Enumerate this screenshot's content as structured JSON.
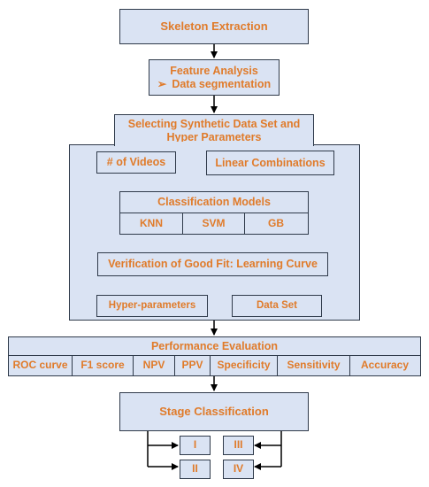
{
  "skeleton_extraction": "Skeleton Extraction",
  "feature_analysis": {
    "title": "Feature Analysis",
    "bullet": "➢",
    "item": "Data segmentation"
  },
  "selecting": {
    "title_line1": "Selecting Synthetic Data Set and",
    "title_line2": "Hyper Parameters"
  },
  "num_videos": "# of Videos",
  "linear_combinations": "Linear Combinations",
  "classification_models": {
    "title": "Classification Models",
    "models": [
      "KNN",
      "SVM",
      "GB"
    ]
  },
  "verification": "Verification of Good Fit: Learning Curve",
  "hyper_parameters": "Hyper-parameters",
  "data_set": "Data Set",
  "performance_evaluation": {
    "title": "Performance Evaluation",
    "metrics": [
      "ROC curve",
      "F1 score",
      "NPV",
      "PPV",
      "Specificity",
      "Sensitivity",
      "Accuracy"
    ]
  },
  "stage_classification": {
    "title": "Stage Classification",
    "stages": [
      "I",
      "III",
      "II",
      "IV"
    ]
  }
}
